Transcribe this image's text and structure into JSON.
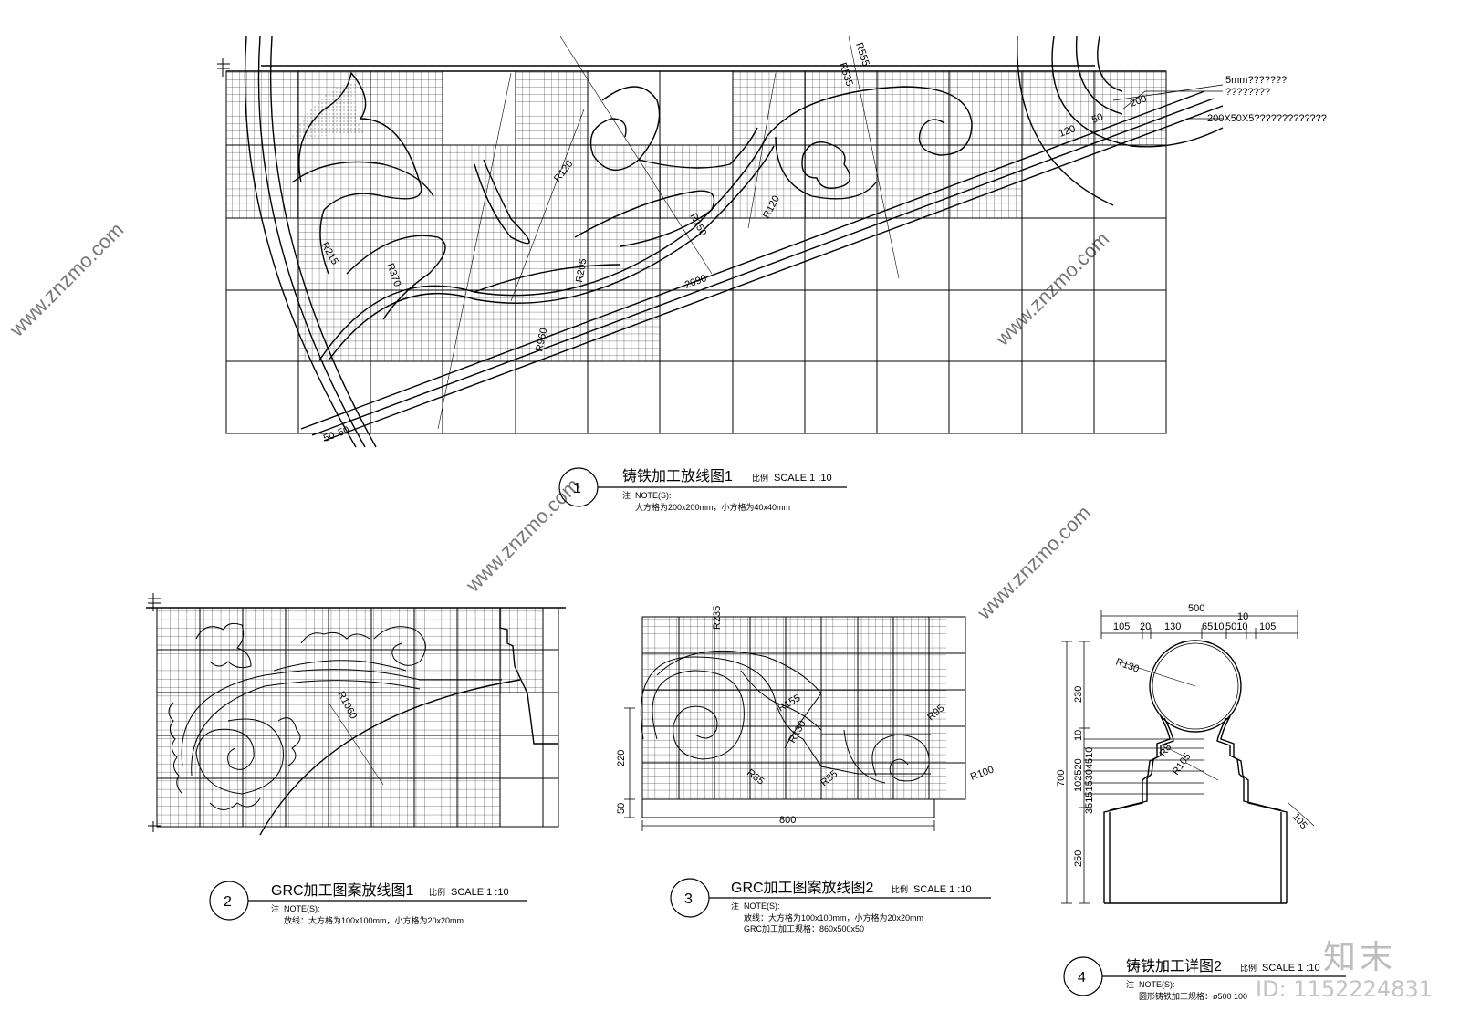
{
  "panels": {
    "p1": {
      "num": "1",
      "title": "铸铁加工放线图1",
      "scale_prefix": "比例",
      "scale": "SCALE 1 :10",
      "note_label": "注",
      "note_head": "NOTE(S):",
      "note_line1": "大方格为200x200mm，小方格为40x40mm",
      "side_note1": "5mm???????",
      "side_note2": "????????",
      "side_note3": "200X50X5?????????????",
      "dims": [
        "R120",
        "R535",
        "R555",
        "R150",
        "R120",
        "R205",
        "R215",
        "R370",
        "R960",
        "2090",
        "120",
        "50",
        "200",
        "50",
        "50"
      ]
    },
    "p2": {
      "num": "2",
      "title": "GRC加工图案放线图1",
      "scale_prefix": "比例",
      "scale": "SCALE 1 :10",
      "note_label": "注",
      "note_head": "NOTE(S):",
      "note_line1": "放线：大方格为100x100mm，小方格为20x20mm",
      "dims": [
        "R1060"
      ]
    },
    "p3": {
      "num": "3",
      "title": "GRC加工图案放线图2",
      "scale_prefix": "比例",
      "scale": "SCALE 1 :10",
      "note_label": "注",
      "note_head": "NOTE(S):",
      "note_line1": "放线：大方格为100x100mm，小方格为20x20mm",
      "note_line2": "GRC加工加工规格：860x500x50",
      "dims": [
        "R235",
        "R95",
        "R155",
        "R130",
        "R100",
        "R85",
        "R85",
        "220",
        "50",
        "800"
      ]
    },
    "p4": {
      "num": "4",
      "title": "铸铁加工详图2",
      "scale_prefix": "比例",
      "scale": "SCALE 1 :10",
      "note_label": "注",
      "note_head": "NOTE(S):",
      "note_line1": "圆形铸铁加工规格：ø500 100",
      "dims": [
        "500",
        "105",
        "20",
        "130",
        "6510",
        "5010",
        "105",
        "10",
        "R130",
        "R105",
        "R8",
        "105",
        "230",
        "10",
        "102520",
        "351515304510",
        "700",
        "250"
      ]
    }
  },
  "watermark": {
    "text": "知末",
    "id": "ID: 1152224831",
    "site": "www.znzmo.com"
  }
}
